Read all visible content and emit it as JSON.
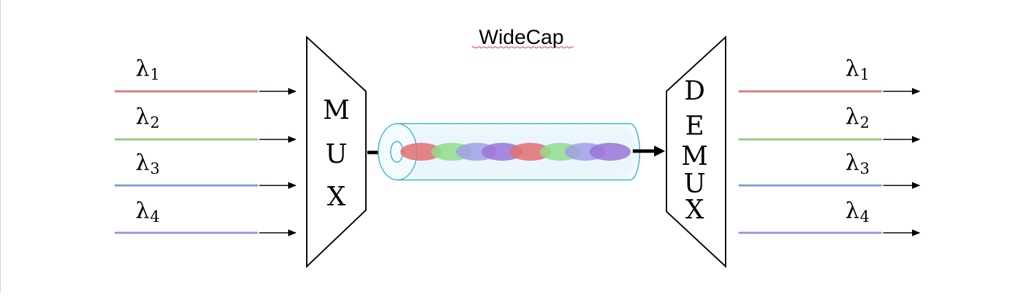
{
  "title": "WideCap",
  "mux_letters": [
    "M",
    "U",
    "X"
  ],
  "demux_letters": [
    "D",
    "E",
    "M",
    "U",
    "X"
  ],
  "channels": [
    {
      "symbol": "λ",
      "sub": "1",
      "color": "#e08a8a",
      "core": "#d86a6a"
    },
    {
      "symbol": "λ",
      "sub": "2",
      "color": "#9ddb8a",
      "core": "#7cc96a"
    },
    {
      "symbol": "λ",
      "sub": "3",
      "color": "#8aaee6",
      "core": "#6a94d8"
    },
    {
      "symbol": "λ",
      "sub": "4",
      "color": "#a9a2ea",
      "core": "#8f86de"
    }
  ],
  "fiber": {
    "border_color": "#3bb4cf",
    "pulse_colors": [
      "#e07070",
      "#92dc8c",
      "#a09fe6",
      "#9a76d8",
      "#e07070",
      "#92dc8c",
      "#a09fe6",
      "#9a76d8"
    ]
  }
}
